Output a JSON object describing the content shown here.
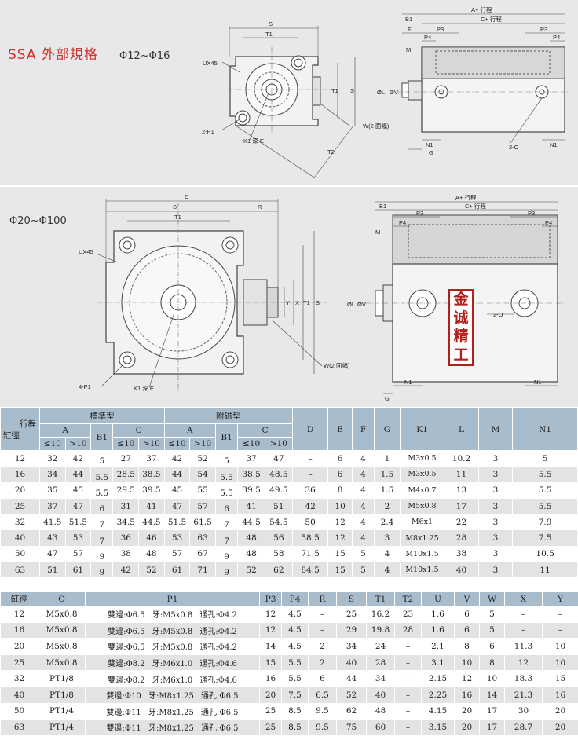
{
  "top": {
    "title": "SSA 外部規格",
    "range": "Φ12~Φ16"
  },
  "mid": {
    "range": "Φ20~Φ100"
  },
  "dims_top_front": {
    "S": "S",
    "T1": "T1",
    "UX45": "UX45",
    "P1": "2-P1",
    "K1": "K1 深 E",
    "W": "W(2 面幅)",
    "T2": "T2",
    "T1v": "T1",
    "Sv": "S"
  },
  "dims_top_side": {
    "A": "A+ 行程",
    "C": "C+ 行程",
    "B1": "B1",
    "F": "F",
    "P3a": "P3",
    "P3b": "P3",
    "P4a": "P4",
    "P4b": "P4",
    "M": "M",
    "L": "ØL",
    "V": "ØV",
    "N1a": "N1",
    "N1b": "N1",
    "G": "G",
    "O": "2-O"
  },
  "dims_mid_front": {
    "D": "D",
    "S": "S",
    "R": "R",
    "T1": "T1",
    "UX45": "UX45",
    "P1": "4-P1",
    "K1": "K1 深 E",
    "Y": "Y",
    "X": "X",
    "T1v": "T1",
    "Sv": "S",
    "W": "W(2 面幅)"
  },
  "dims_mid_side": {
    "A": "A+ 行程",
    "B1": "B1",
    "C": "C+ 行程",
    "P3a": "P3",
    "P3b": "P3",
    "P4a": "P4",
    "P4b": "P4",
    "M": "M",
    "V": "ØV",
    "L": "ØL",
    "O": "2-O",
    "N1a": "N1",
    "N1b": "N1",
    "G": "G"
  },
  "stamp": [
    "金",
    "诚",
    "精",
    "工"
  ],
  "table1": {
    "h_stroke": "行程",
    "h_bore": "缸徑",
    "h_std": "標準型",
    "h_mag": "附磁型",
    "h_A": "A",
    "h_B1": "B1",
    "h_C": "C",
    "h_A2": "A",
    "h_B12": "B1",
    "h_C2": "C",
    "h_lt10": "≤10",
    "h_gt10": ">10",
    "cols": [
      "D",
      "E",
      "F",
      "G",
      "K1",
      "L",
      "M",
      "N1"
    ],
    "rows": [
      [
        "12",
        "32",
        "42",
        "5",
        "27",
        "37",
        "42",
        "52",
        "5",
        "37",
        "47",
        "–",
        "6",
        "4",
        "1",
        "M3x0.5",
        "10.2",
        "3",
        "5"
      ],
      [
        "16",
        "34",
        "44",
        "5.5",
        "28.5",
        "38.5",
        "44",
        "54",
        "5.5",
        "38.5",
        "48.5",
        "–",
        "6",
        "4",
        "1.5",
        "M3x0.5",
        "11",
        "3",
        "5.5"
      ],
      [
        "20",
        "35",
        "45",
        "5.5",
        "29.5",
        "39.5",
        "45",
        "55",
        "5.5",
        "39.5",
        "49.5",
        "36",
        "8",
        "4",
        "1.5",
        "M4x0.7",
        "13",
        "3",
        "5.5"
      ],
      [
        "25",
        "37",
        "47",
        "6",
        "31",
        "41",
        "47",
        "57",
        "6",
        "41",
        "51",
        "42",
        "10",
        "4",
        "2",
        "M5x0.8",
        "17",
        "3",
        "5.5"
      ],
      [
        "32",
        "41.5",
        "51.5",
        "7",
        "34.5",
        "44.5",
        "51.5",
        "61.5",
        "7",
        "44.5",
        "54.5",
        "50",
        "12",
        "4",
        "2.4",
        "M6x1",
        "22",
        "3",
        "7.9"
      ],
      [
        "40",
        "43",
        "53",
        "7",
        "36",
        "46",
        "53",
        "63",
        "7",
        "48",
        "56",
        "58.5",
        "12",
        "4",
        "3",
        "M8x1.25",
        "28",
        "3",
        "7.5"
      ],
      [
        "50",
        "47",
        "57",
        "9",
        "38",
        "48",
        "57",
        "67",
        "9",
        "48",
        "58",
        "71.5",
        "15",
        "5",
        "4",
        "M10x1.5",
        "38",
        "3",
        "10.5"
      ],
      [
        "63",
        "51",
        "61",
        "9",
        "42",
        "52",
        "61",
        "71",
        "9",
        "52",
        "62",
        "84.5",
        "15",
        "5",
        "4",
        "M10x1.5",
        "40",
        "3",
        "11"
      ]
    ]
  },
  "table2": {
    "head": [
      "缸徑",
      "O",
      "P1",
      "P3",
      "P4",
      "R",
      "S",
      "T1",
      "T2",
      "U",
      "V",
      "W",
      "X",
      "Y"
    ],
    "rows": [
      [
        "12",
        "M5x0.8",
        "雙邊:Φ6.5 牙:M5x0.8 通孔:Φ4.2",
        "12",
        "4.5",
        "–",
        "25",
        "16.2",
        "23",
        "1.6",
        "6",
        "5",
        "–",
        "–"
      ],
      [
        "16",
        "M5x0.8",
        "雙邊:Φ6.5 牙:M5x0.8 通孔:Φ4.2",
        "12",
        "4.5",
        "–",
        "29",
        "19.8",
        "28",
        "1.6",
        "6",
        "5",
        "–",
        "–"
      ],
      [
        "20",
        "M5x0.8",
        "雙邊:Φ6.5 牙:M5x0.8 通孔:Φ4.2",
        "14",
        "4.5",
        "2",
        "34",
        "24",
        "–",
        "2.1",
        "8",
        "6",
        "11.3",
        "10"
      ],
      [
        "25",
        "M5x0.8",
        "雙邊:Φ8.2 牙:M6x1.0 通孔:Φ4.6",
        "15",
        "5.5",
        "2",
        "40",
        "28",
        "–",
        "3.1",
        "10",
        "8",
        "12",
        "10"
      ],
      [
        "32",
        "PT1/8",
        "雙邊:Φ8.2 牙:M6x1.0 通孔:Φ4.6",
        "16",
        "5.5",
        "6",
        "44",
        "34",
        "–",
        "2.15",
        "12",
        "10",
        "18.3",
        "15"
      ],
      [
        "40",
        "PT1/8",
        "雙邊:Φ10 牙:M8x1.25 通孔:Φ6.5",
        "20",
        "7.5",
        "6.5",
        "52",
        "40",
        "–",
        "2.25",
        "16",
        "14",
        "21.3",
        "16"
      ],
      [
        "50",
        "PT1/4",
        "雙邊:Φ11 牙:M8x1.25 通孔:Φ6.5",
        "25",
        "8.5",
        "9.5",
        "62",
        "48",
        "–",
        "4.15",
        "20",
        "17",
        "30",
        "20"
      ],
      [
        "63",
        "PT1/4",
        "雙邊:Φ11 牙:M8x1.25 通孔:Φ6.5",
        "25",
        "8.5",
        "9.5",
        "75",
        "60",
        "–",
        "3.15",
        "20",
        "17",
        "28.7",
        "20"
      ]
    ]
  }
}
